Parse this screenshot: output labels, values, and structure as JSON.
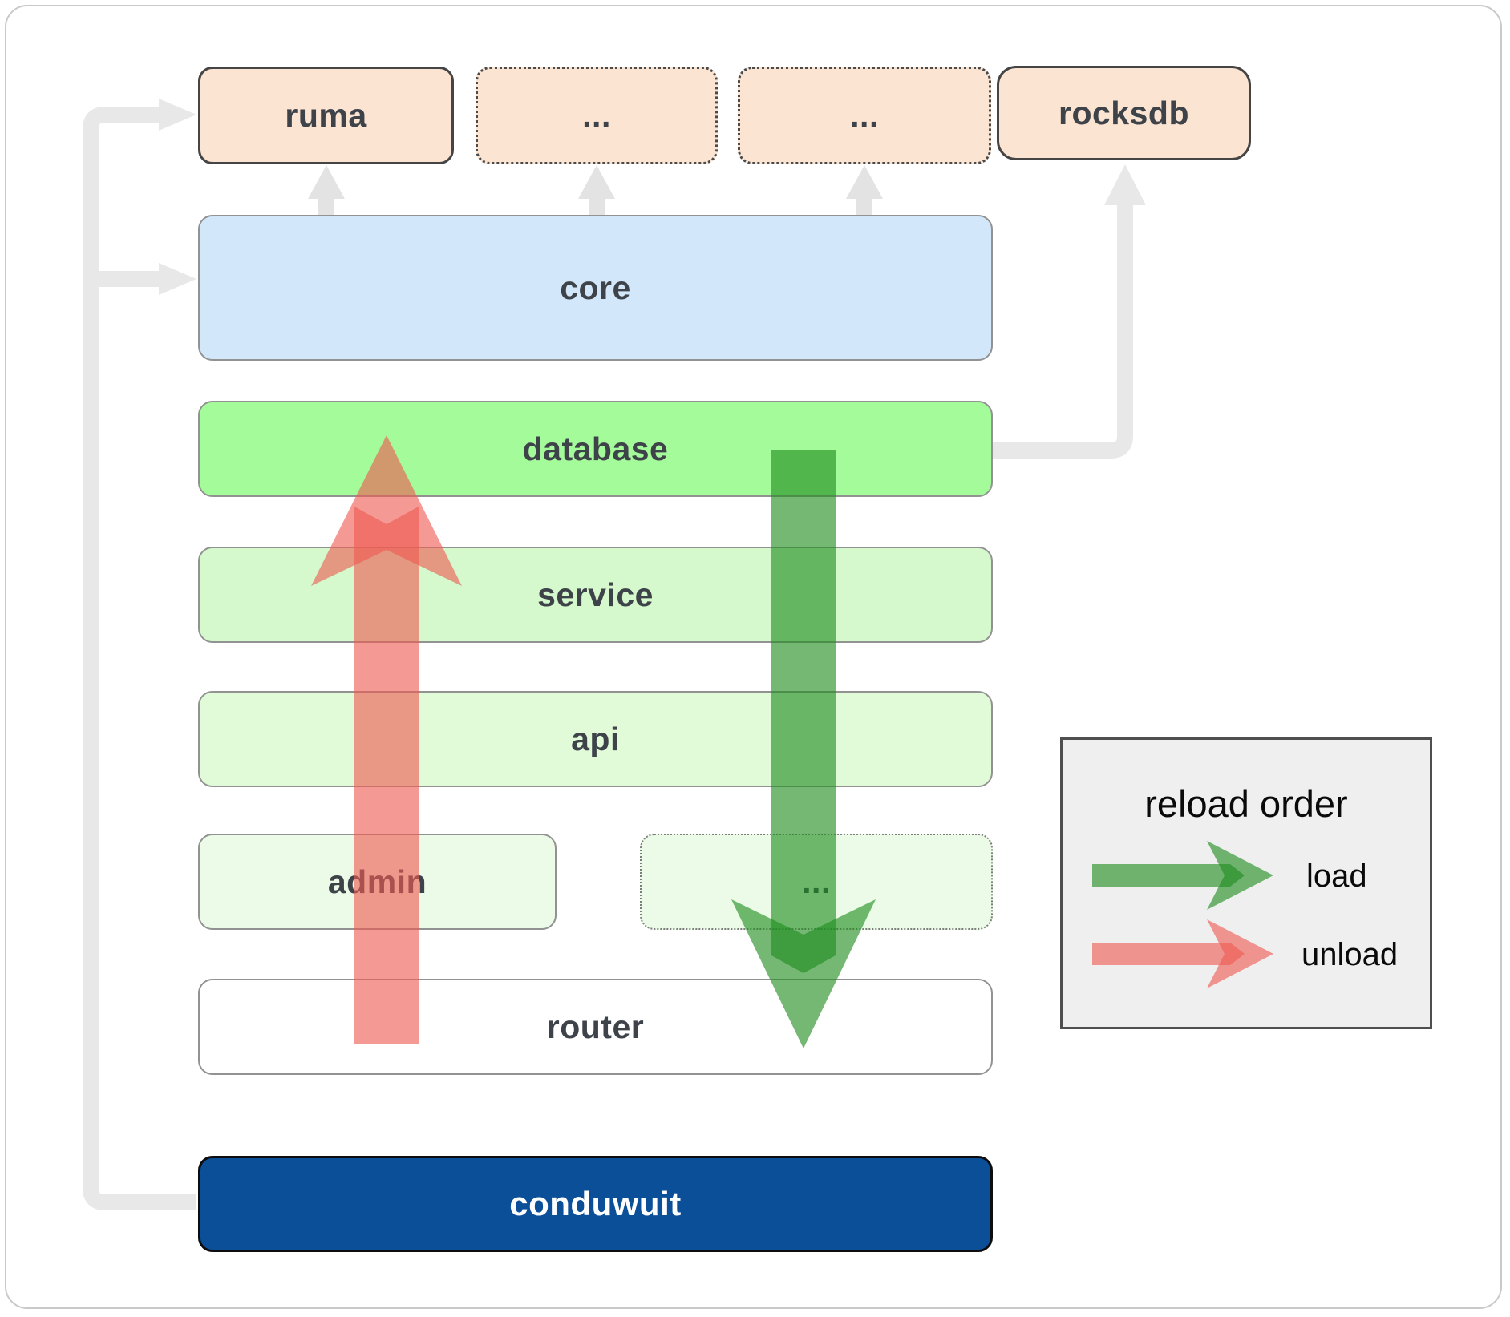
{
  "boxes": {
    "ruma": {
      "label": "ruma"
    },
    "ext1": {
      "label": "..."
    },
    "ext2": {
      "label": "..."
    },
    "rocksdb": {
      "label": "rocksdb"
    },
    "core": {
      "label": "core"
    },
    "database": {
      "label": "database"
    },
    "service": {
      "label": "service"
    },
    "api": {
      "label": "api"
    },
    "admin": {
      "label": "admin"
    },
    "ext3": {
      "label": "..."
    },
    "router": {
      "label": "router"
    },
    "conduwuit": {
      "label": "conduwuit"
    }
  },
  "legend": {
    "title": "reload order",
    "items": [
      {
        "label": "load",
        "color": "#1f8c1f"
      },
      {
        "label": "unload",
        "color": "#ee5a52"
      }
    ]
  },
  "arrows": {
    "load_color": "#1f8c1f",
    "unload_color": "#ee5a52",
    "connector_color": "#e8e8e8",
    "small_arrow_color": "#e3e3e3"
  },
  "colors": {
    "peach_box": "#fce4d2",
    "core_blue": "#d3e7fb",
    "database_green": "#a4fb9a",
    "service_green": "#d5f9cc",
    "api_green": "#e1fbd9",
    "admin_green": "#ecfbe7",
    "router_white": "#ffffff",
    "conduwuit_blue": "#0b4f99",
    "frame_border": "#c9c9c9",
    "legend_bg": "#efefef"
  }
}
